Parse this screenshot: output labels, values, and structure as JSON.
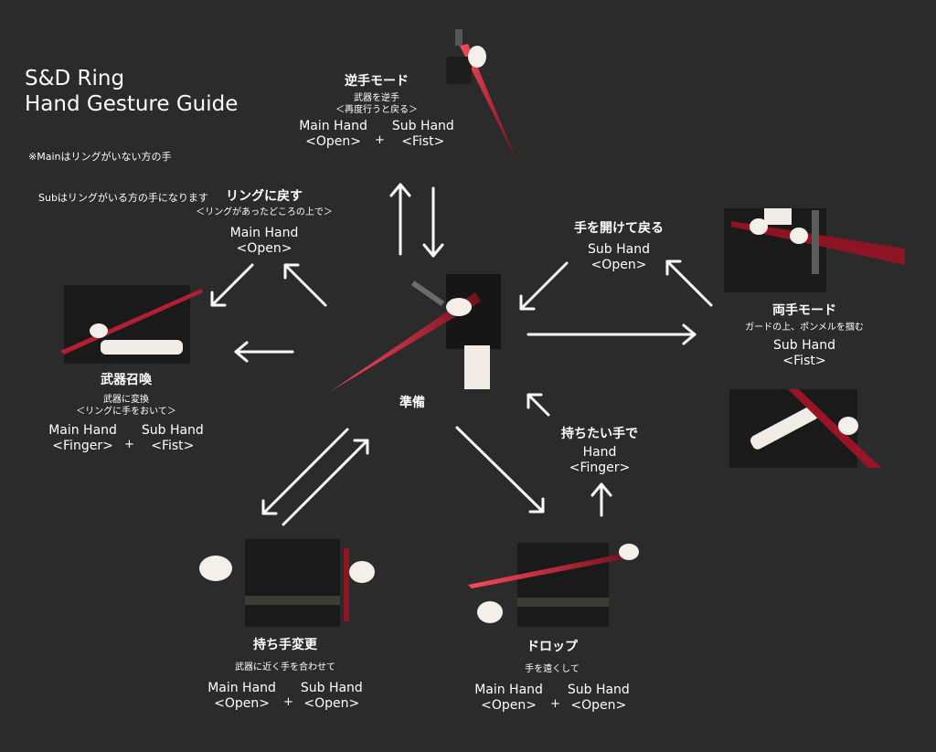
{
  "title": {
    "line1": "S&D Ring",
    "line2": "Hand Gesture Guide"
  },
  "note": {
    "line1": "※Mainはリングがいない方の手",
    "line2": "　Subはリングがいる方の手になります"
  },
  "nodes": {
    "reverse": {
      "title": "逆手モード",
      "desc1": "武器を逆手",
      "desc2": "＜再度行うと戻る＞",
      "main": "Main Hand",
      "main_state": "<Open>",
      "plus": "+",
      "sub": "Sub Hand",
      "sub_state": "<Fist>"
    },
    "return_ring": {
      "title": "リングに戻す",
      "desc1": "＜リングがあったどころの上で＞",
      "main": "Main Hand",
      "main_state": "<Open>"
    },
    "release": {
      "title": "手を開けて戻る",
      "sub": "Sub Hand",
      "sub_state": "<Open>"
    },
    "two_hand": {
      "title": "両手モード",
      "desc1": "ガードの上、ポンメルを掴む",
      "sub": "Sub Hand",
      "sub_state": "<Fist>"
    },
    "summon": {
      "title": "武器召喚",
      "desc1": "武器に変換",
      "desc2": "＜リングに手をおいて＞",
      "main": "Main Hand",
      "main_state": "<Finger>",
      "plus": "+",
      "sub": "Sub Hand",
      "sub_state": "<Fist>"
    },
    "ready": {
      "title": "準備"
    },
    "grab_hand": {
      "title": "持ちたい手で",
      "hand": "Hand",
      "hand_state": "<Finger>"
    },
    "switch": {
      "title": "持ち手変更",
      "desc1": "武器に近く手を合わせて",
      "main": "Main Hand",
      "main_state": "<Open>",
      "plus": "+",
      "sub": "Sub Hand",
      "sub_state": "<Open>"
    },
    "drop": {
      "title": "ドロップ",
      "desc1": "手を遠くして",
      "main": "Main Hand",
      "main_state": "<Open>",
      "plus": "+",
      "sub": "Sub Hand",
      "sub_state": "<Open>"
    }
  },
  "colors": {
    "background": "#2b2b2b",
    "text": "#ffffff",
    "blade": "#c0283a",
    "arrow": "#ffffff"
  }
}
